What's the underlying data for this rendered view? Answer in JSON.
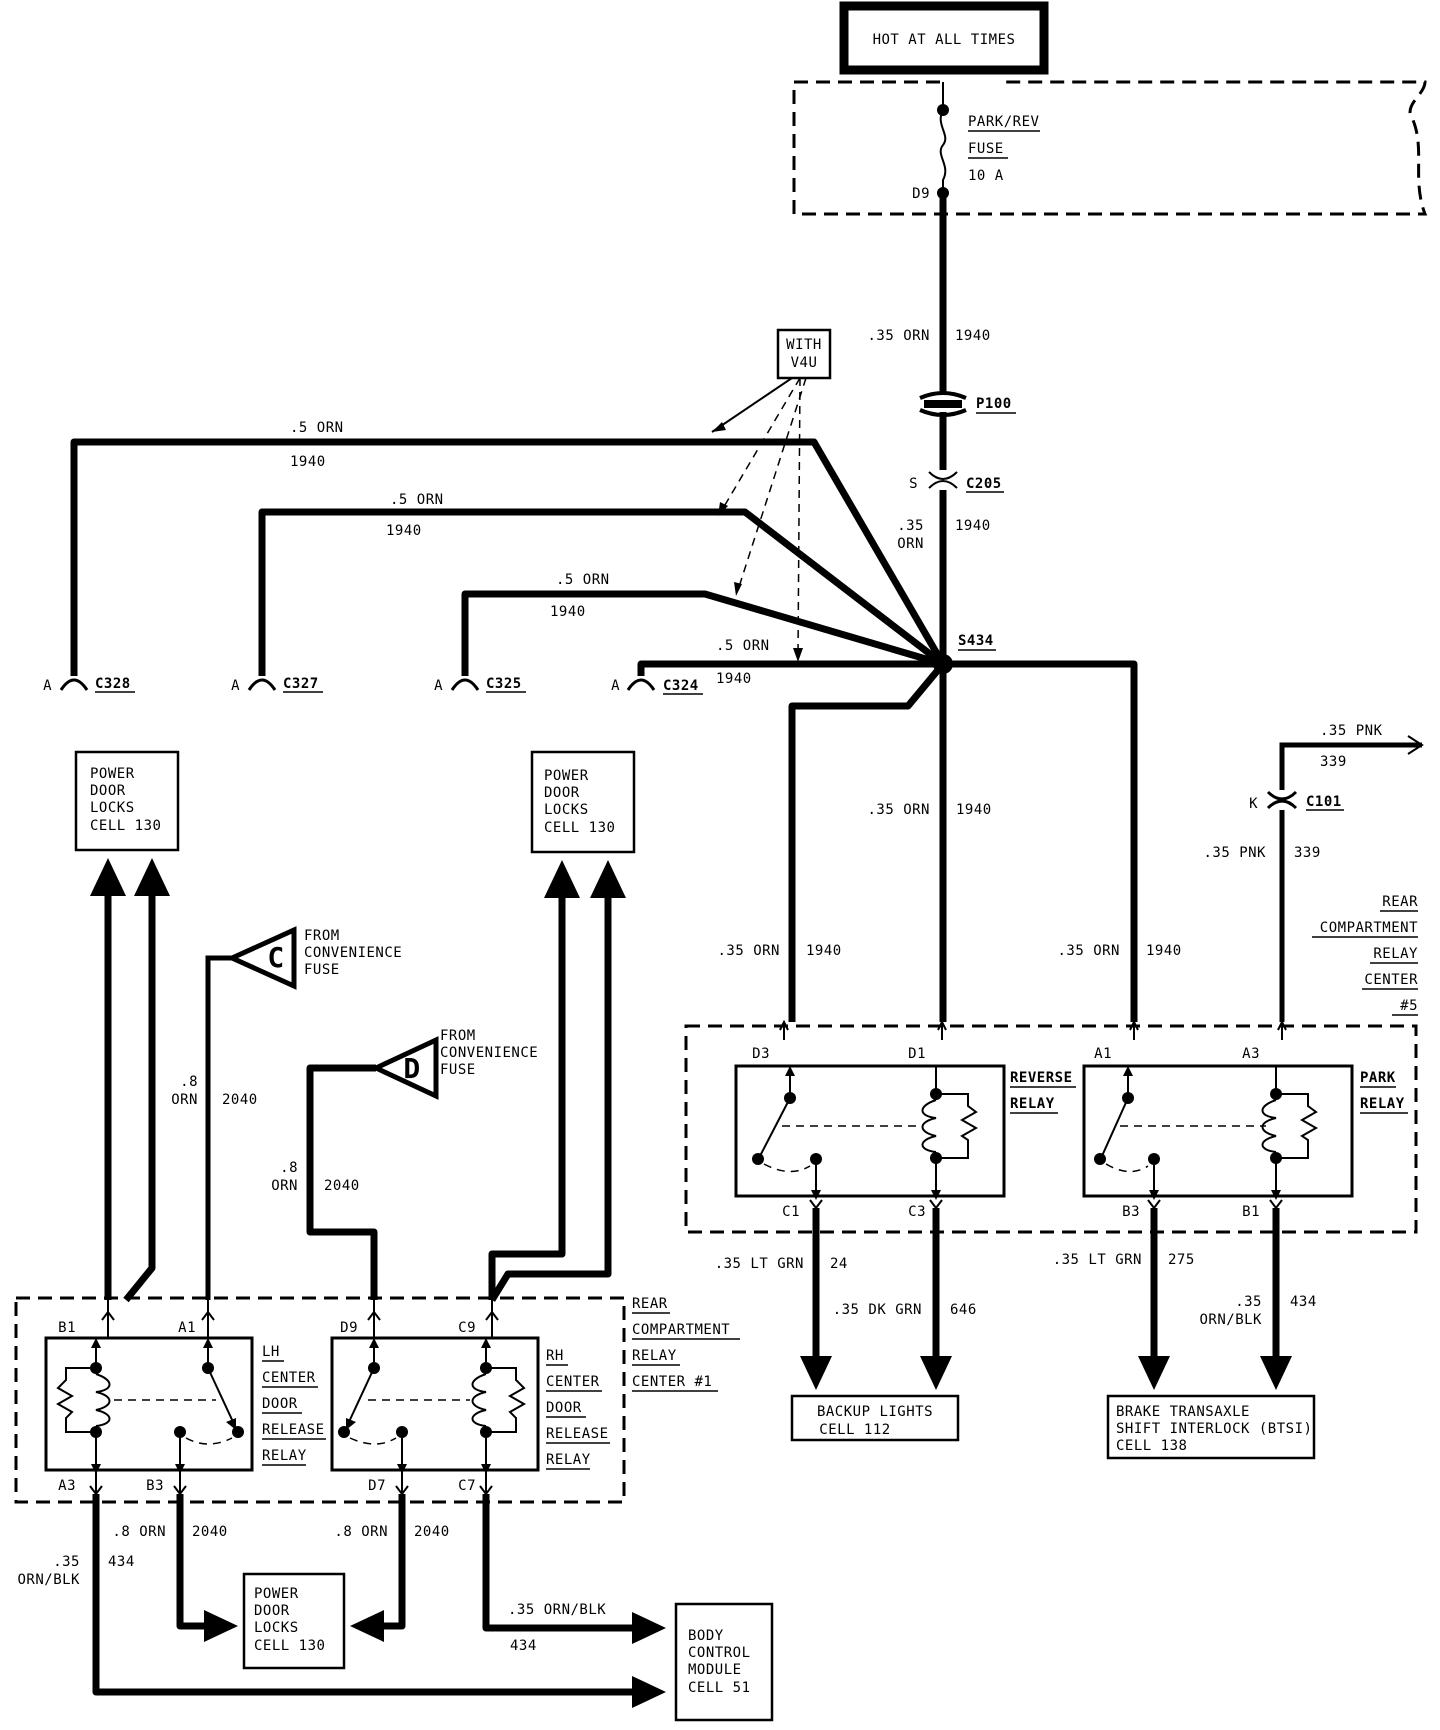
{
  "supply": {
    "hot_label": "HOT AT ALL TIMES",
    "fuse_name": "PARK/REV",
    "fuse_word": "FUSE",
    "fuse_rating": "10 A",
    "fuse_pin": "D9"
  },
  "main_feed": {
    "upper_gauge": ".35 ORN",
    "upper_circuit": "1940",
    "connector_p100": "P100",
    "connector_c205_prefix": "S",
    "connector_c205": "C205",
    "lower_gauge_1": ".35",
    "lower_gauge_2": "ORN",
    "lower_circuit": "1940",
    "splice": "S434"
  },
  "option": {
    "line1": "WITH",
    "line2": "V4U"
  },
  "branches": [
    {
      "gauge": ".5 ORN",
      "circuit": "1940",
      "pin": "A",
      "connector": "C328"
    },
    {
      "gauge": ".5 ORN",
      "circuit": "1940",
      "pin": "A",
      "connector": "C327"
    },
    {
      "gauge": ".5 ORN",
      "circuit": "1940",
      "pin": "A",
      "connector": "C325"
    },
    {
      "gauge": ".5 ORN",
      "circuit": "1940",
      "pin": "A",
      "connector": "C324"
    }
  ],
  "center_drop": {
    "gauge": ".35 ORN",
    "circuit": "1940"
  },
  "pnk_feed": {
    "top_gauge": ".35 PNK",
    "top_circuit": "339",
    "conn_prefix": "K",
    "connector": "C101",
    "lower_gauge": ".35 PNK",
    "lower_circuit": "339"
  },
  "relay_center_5": {
    "l1": "REAR",
    "l2": "COMPARTMENT",
    "l3": "RELAY",
    "l4": "CENTER",
    "l5": "#5",
    "wire_d3": {
      "gauge": ".35 ORN",
      "circuit": "1940"
    },
    "wire_a1": {
      "gauge": ".35 ORN",
      "circuit": "1940"
    },
    "reverse_relay": {
      "l1": "REVERSE",
      "l2": "RELAY",
      "pin_top_left": "D3",
      "pin_top_right": "D1",
      "pin_bot_left": "C1",
      "pin_bot_right": "C3"
    },
    "park_relay": {
      "l1": "PARK",
      "l2": "RELAY",
      "pin_top_left": "A1",
      "pin_top_right": "A3",
      "pin_bot_left": "B3",
      "pin_bot_right": "B1"
    },
    "out_c1": {
      "gauge": ".35 LT GRN",
      "circuit": "24"
    },
    "out_c3": {
      "gauge": ".35 DK GRN",
      "circuit": "646"
    },
    "out_b3": {
      "gauge": ".35 LT GRN",
      "circuit": "275"
    },
    "out_b1": {
      "gauge1": ".35",
      "gauge2": "ORN/BLK",
      "circuit": "434"
    },
    "backup": {
      "l1": "BACKUP LIGHTS",
      "l2": "CELL 112"
    },
    "btsi": {
      "l1": "BRAKE TRANSAXLE",
      "l2": "SHIFT INTERLOCK (BTSI)",
      "l3": "CELL 138"
    }
  },
  "pdl_top_left": {
    "l1": "POWER",
    "l2": "DOOR",
    "l3": "LOCKS",
    "l4": "CELL 130"
  },
  "pdl_top_right": {
    "l1": "POWER",
    "l2": "DOOR",
    "l3": "LOCKS",
    "l4": "CELL 130"
  },
  "conv_c": {
    "letter": "C",
    "l1": "FROM",
    "l2": "CONVENIENCE",
    "l3": "FUSE",
    "gauge1": ".8",
    "gauge2": "ORN",
    "circuit": "2040"
  },
  "conv_d": {
    "letter": "D",
    "l1": "FROM",
    "l2": "CONVENIENCE",
    "l3": "FUSE",
    "gauge1": ".8",
    "gauge2": "ORN",
    "circuit": "2040"
  },
  "relay_center_1": {
    "l1": "REAR",
    "l2": "COMPARTMENT",
    "l3": "RELAY",
    "l4": "CENTER #1",
    "lh_relay": {
      "l1": "LH",
      "l2": "CENTER",
      "l3": "DOOR",
      "l4": "RELEASE",
      "l5": "RELAY",
      "pin_top_left": "B1",
      "pin_top_right": "A1",
      "pin_bot_left": "A3",
      "pin_bot_right": "B3"
    },
    "rh_relay": {
      "l1": "RH",
      "l2": "CENTER",
      "l3": "DOOR",
      "l4": "RELEASE",
      "l5": "RELAY",
      "pin_top_left": "D9",
      "pin_top_right": "C9",
      "pin_bot_left": "D7",
      "pin_bot_right": "C7"
    },
    "out_a3": {
      "gauge1": ".35",
      "gauge2": "ORN/BLK",
      "circuit": "434"
    },
    "out_b3": {
      "gauge": ".8 ORN",
      "circuit": "2040"
    },
    "out_d7": {
      "gauge": ".8 ORN",
      "circuit": "2040"
    },
    "out_c7": {
      "gauge": ".35 ORN/BLK",
      "circuit": "434"
    }
  },
  "pdl_bottom": {
    "l1": "POWER",
    "l2": "DOOR",
    "l3": "LOCKS",
    "l4": "CELL 130"
  },
  "bcm": {
    "l1": "BODY",
    "l2": "CONTROL",
    "l3": "MODULE",
    "l4": "CELL 51"
  }
}
